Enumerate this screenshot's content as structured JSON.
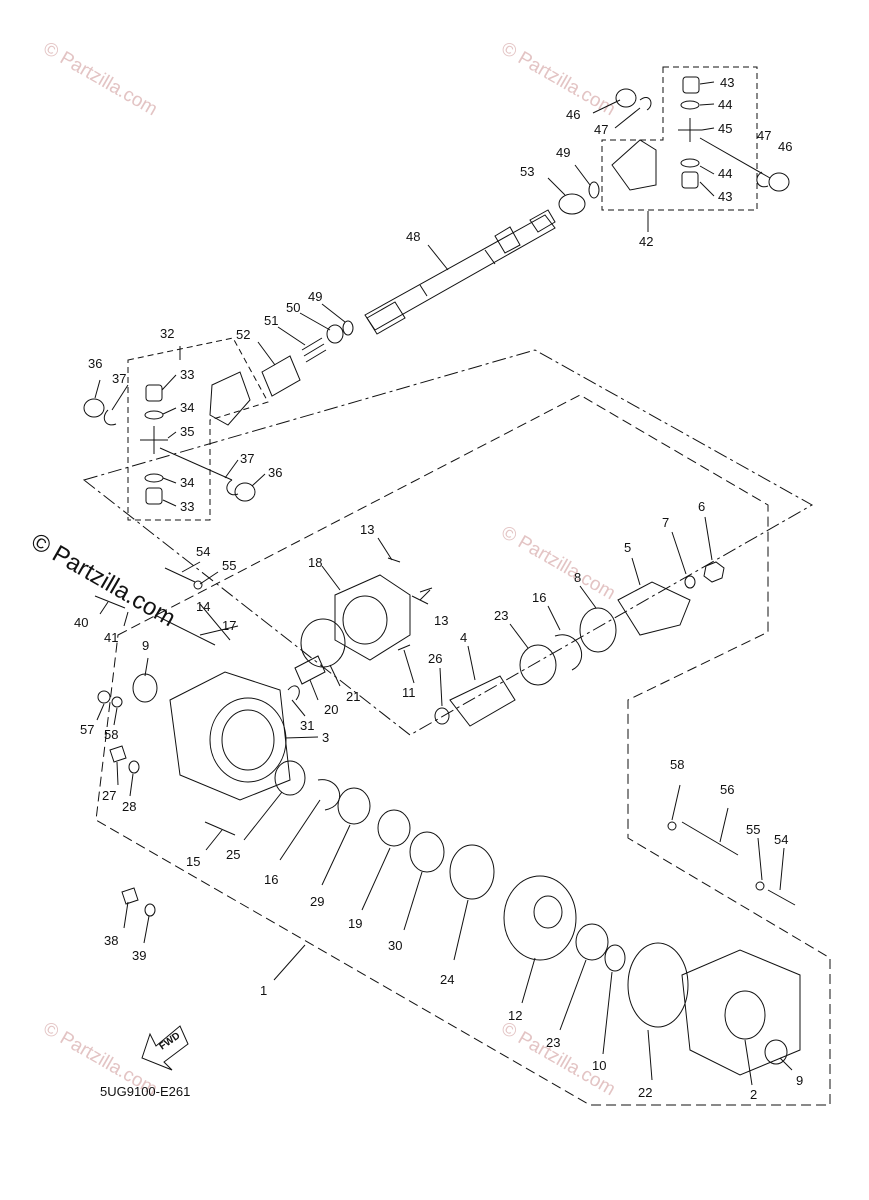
{
  "diagram": {
    "code": "5UG9100-E261",
    "fwd_label": "FWD",
    "copyright_main": "© Partzilla.com",
    "watermark": "© Partzilla.com",
    "callouts": [
      "43",
      "44",
      "45",
      "46",
      "47",
      "46",
      "47",
      "44",
      "43",
      "49",
      "53",
      "42",
      "48",
      "49",
      "50",
      "51",
      "52",
      "32",
      "33",
      "36",
      "37",
      "34",
      "35",
      "37",
      "36",
      "34",
      "33",
      "13",
      "18",
      "5",
      "6",
      "7",
      "54",
      "55",
      "14",
      "17",
      "40",
      "41",
      "13",
      "8",
      "16",
      "23",
      "4",
      "21",
      "20",
      "31",
      "26",
      "11",
      "9",
      "57",
      "58",
      "3",
      "27",
      "28",
      "25",
      "15",
      "16",
      "29",
      "19",
      "30",
      "24",
      "12",
      "23",
      "10",
      "22",
      "58",
      "56",
      "55",
      "54",
      "38",
      "39",
      "1",
      "2",
      "9"
    ]
  }
}
